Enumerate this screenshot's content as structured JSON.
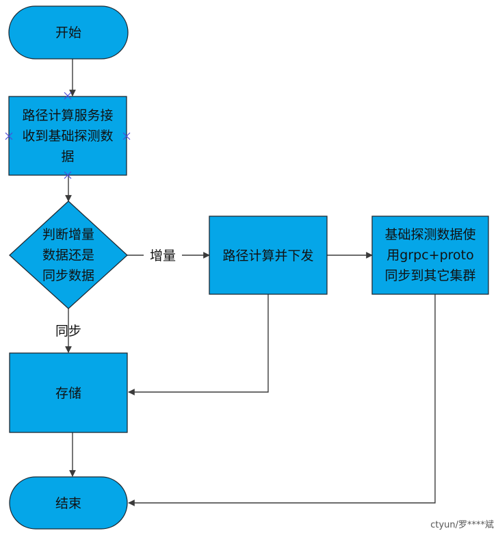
{
  "diagram": {
    "nodes": {
      "start": {
        "label": "开始"
      },
      "receive": {
        "lines": [
          "路径计算服务接",
          "收到基础探测数",
          "据"
        ]
      },
      "decision": {
        "lines": [
          "判断增量",
          "数据还是",
          "同步数据"
        ]
      },
      "compute": {
        "label": "路径计算并下发"
      },
      "sync": {
        "lines": [
          "基础探测数据使",
          "用grpc+proto",
          "同步到其它集群"
        ]
      },
      "store": {
        "label": "存储"
      },
      "end": {
        "label": "结束"
      }
    },
    "edges": {
      "incremental_label": "增量",
      "sync_label": "同步"
    },
    "colors": {
      "node_fill": "#05a6e8",
      "node_stroke": "#1f2a33",
      "edge": "#3a3a3a",
      "handle": "#4b4bd6"
    }
  },
  "watermark": "ctyun/罗****斌"
}
